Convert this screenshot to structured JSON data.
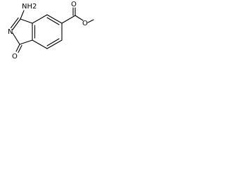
{
  "molecule": {
    "atoms": {
      "nh2": "NH2",
      "ring_n": "N",
      "ketone_o": "O",
      "ester_carbonyl_o": "O",
      "ester_ether_o": "O"
    }
  }
}
